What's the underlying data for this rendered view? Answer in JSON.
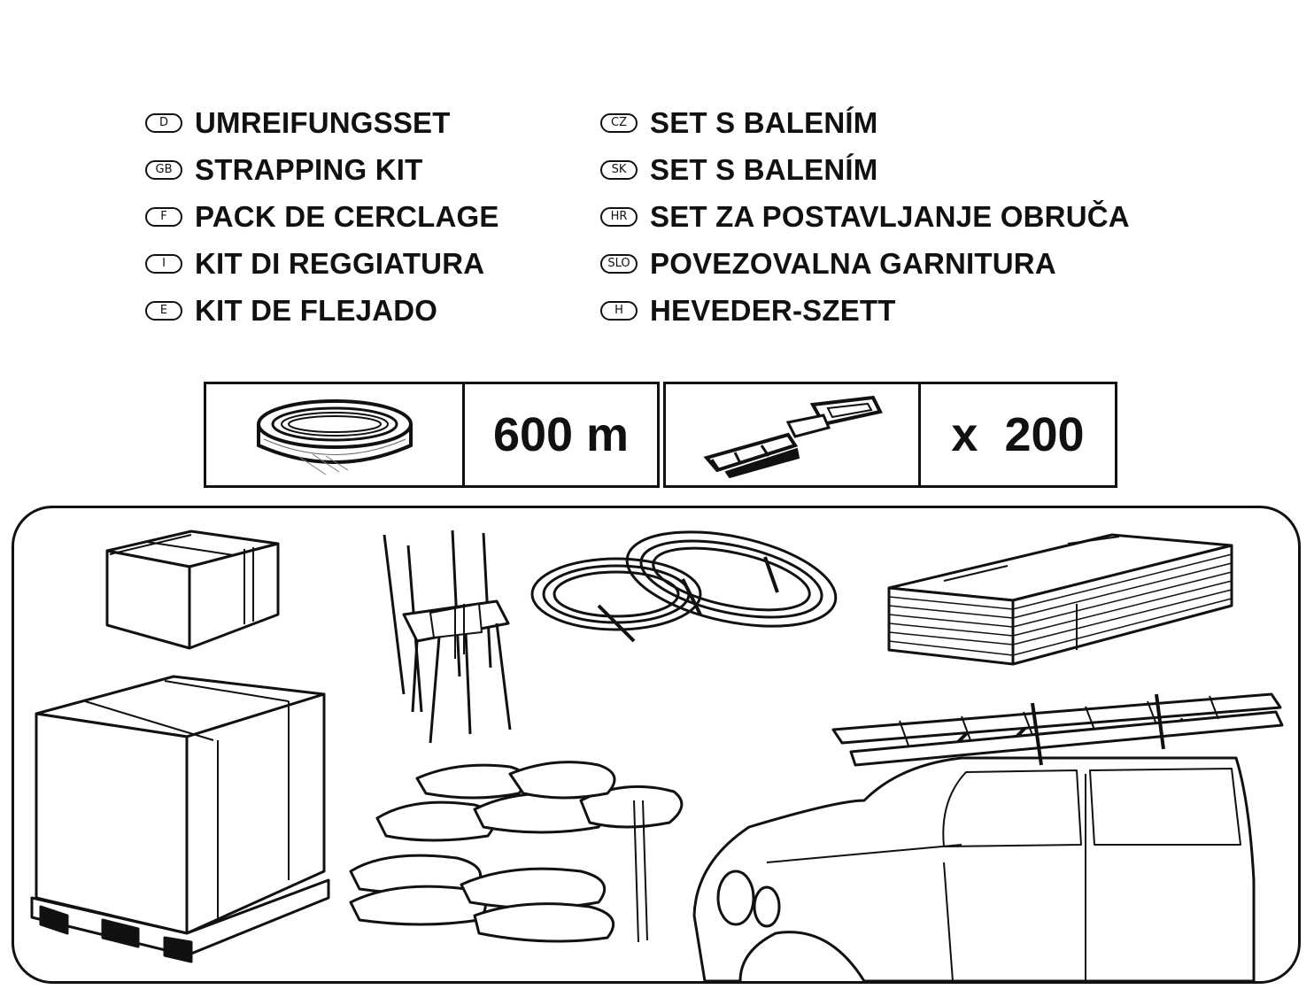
{
  "titles": {
    "left": [
      {
        "code": "D",
        "text": "UMREIFUNGSSET"
      },
      {
        "code": "GB",
        "text": "STRAPPING KIT"
      },
      {
        "code": "F",
        "text": "PACK DE CERCLAGE"
      },
      {
        "code": "I",
        "text": "KIT DI REGGIATURA"
      },
      {
        "code": "E",
        "text": "KIT DE FLEJADO"
      }
    ],
    "right": [
      {
        "code": "CZ",
        "text": "SET S BALENÍM"
      },
      {
        "code": "SK",
        "text": "SET S BALENÍM"
      },
      {
        "code": "HR",
        "text": "SET ZA POSTAVLJANJE OBRUČA"
      },
      {
        "code": "SLO",
        "text": "POVEZOVALNA GARNITURA"
      },
      {
        "code": "H",
        "text": "HEVEDER-SZETT"
      }
    ]
  },
  "contents": {
    "strap_length": "600 m",
    "buckle_count": "x  200"
  },
  "illustrations": [
    "strap-roll-icon",
    "buckle-icon",
    "strapped-box",
    "strapped-chairs",
    "strapped-hose-coils",
    "strapped-board-stack",
    "strapped-pallet",
    "strapped-sandbags",
    "car-roof-rack-ladder"
  ]
}
